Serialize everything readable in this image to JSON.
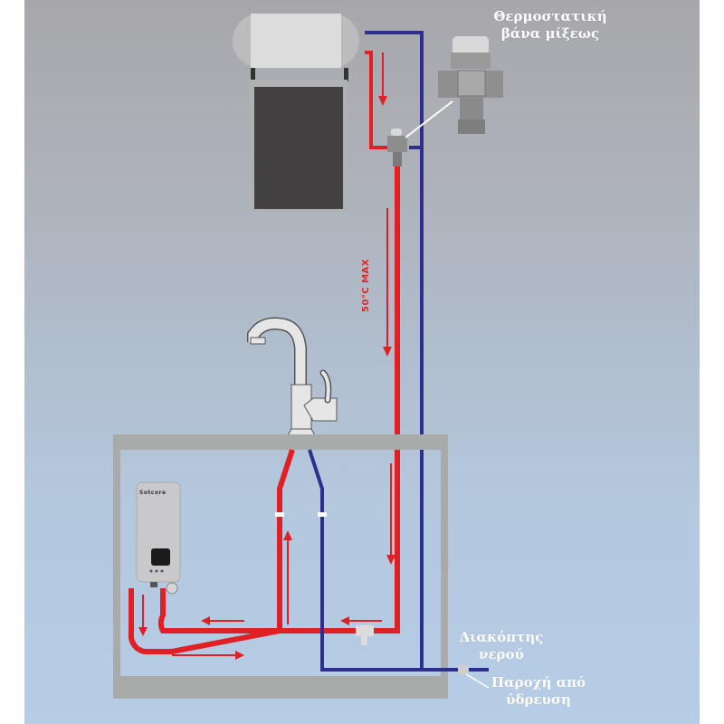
{
  "diagram": {
    "title": "Solar water heater with thermostatic mixing valve and instant electric water heater",
    "labels": {
      "mixing_valve_line1": "Θερμοστατική",
      "mixing_valve_line2": "βάνα μίξεως",
      "temperature_limit": "50°C MAX",
      "water_switch_line1": "Διακόπτης",
      "water_switch_line2": "νερού",
      "supply_line1": "Παροχή από",
      "supply_line2": "ύδρευση"
    },
    "heater_brand": "Sotcore",
    "components": [
      "solar-tank",
      "solar-collector",
      "thermostatic-mixing-valve",
      "faucet",
      "instant-water-heater",
      "tee-fitting",
      "water-shutoff-valve",
      "cabinet"
    ],
    "colors": {
      "hot_pipe": "#e02025",
      "cold_pipe": "#2e2e8e",
      "frame": "#a9aaaa",
      "collector": "#434041",
      "label_text": "#ffffff",
      "temp_text": "#d92b2b"
    }
  }
}
